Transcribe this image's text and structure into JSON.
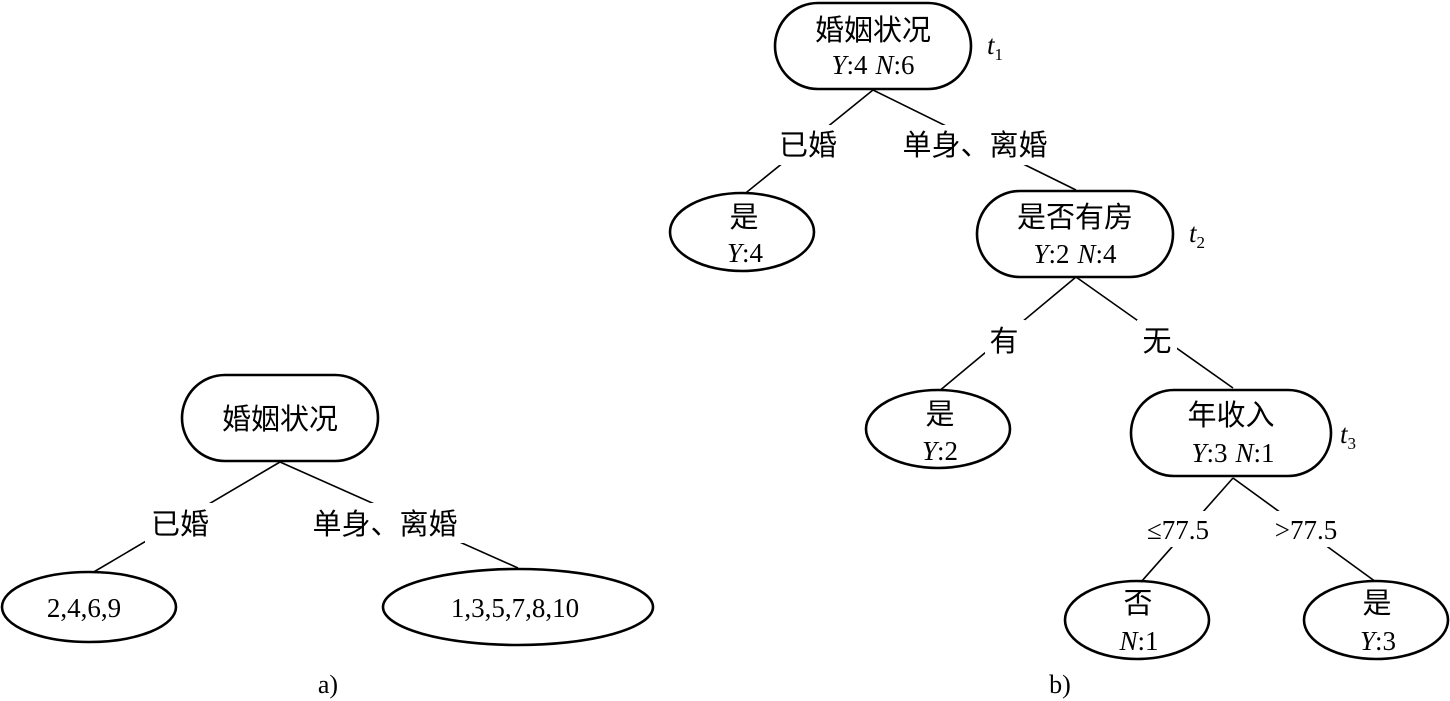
{
  "diagram_a": {
    "caption": "a)",
    "root": {
      "label": "婚姻状况"
    },
    "edge_left": "已婚",
    "edge_right": "单身、离婚",
    "leaf_left": "2,4,6,9",
    "leaf_right": "1,3,5,7,8,10"
  },
  "diagram_b": {
    "caption": "b)",
    "t1": {
      "label": "婚姻状况",
      "tag": "t",
      "tag_sub": "1",
      "y_key": "Y",
      "y_val": ":4",
      "n_key": "N",
      "n_val": ":6"
    },
    "edge_married": "已婚",
    "edge_single": "单身、离婚",
    "leaf_married": {
      "label": "是",
      "y_key": "Y",
      "y_val": ":4"
    },
    "t2": {
      "label": "是否有房",
      "tag": "t",
      "tag_sub": "2",
      "y_key": "Y",
      "y_val": ":2",
      "n_key": "N",
      "n_val": ":4"
    },
    "edge_has": "有",
    "edge_none": "无",
    "leaf_has": {
      "label": "是",
      "y_key": "Y",
      "y_val": ":2"
    },
    "t3": {
      "label": "年收入",
      "tag": "t",
      "tag_sub": "3",
      "y_key": "Y",
      "y_val": ":3",
      "n_key": "N",
      "n_val": ":1"
    },
    "edge_le": "≤77.5",
    "edge_gt": ">77.5",
    "leaf_le": {
      "label": "否",
      "n_key": "N",
      "n_val": ":1"
    },
    "leaf_gt": {
      "label": "是",
      "y_key": "Y",
      "y_val": ":3"
    }
  }
}
